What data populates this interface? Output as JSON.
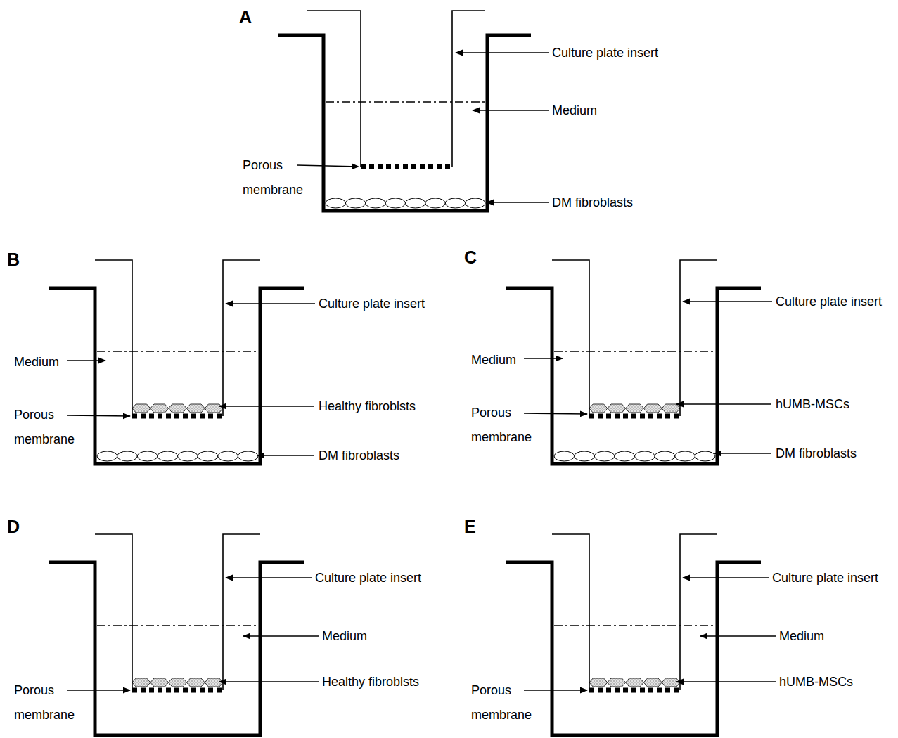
{
  "diagram": {
    "labels": [
      "A",
      "Culture plate insert",
      "Medium",
      "Porous membrane",
      "DM fibroblasts",
      "B",
      "Culture plate insert",
      "Medium",
      "Porous membrane",
      "Healthy fibroblsts",
      "DM fibroblasts",
      "C",
      "Culture plate insert",
      "Medium",
      "Porous membrane",
      "hUMB-MSCs",
      "DM fibroblasts",
      "D",
      "Culture plate insert",
      "Medium",
      "Porous membrane",
      "Healthy fibroblsts",
      "E",
      "Culture plate insert",
      "Medium",
      "Porous membrane",
      "hUMB-MSCs"
    ]
  }
}
